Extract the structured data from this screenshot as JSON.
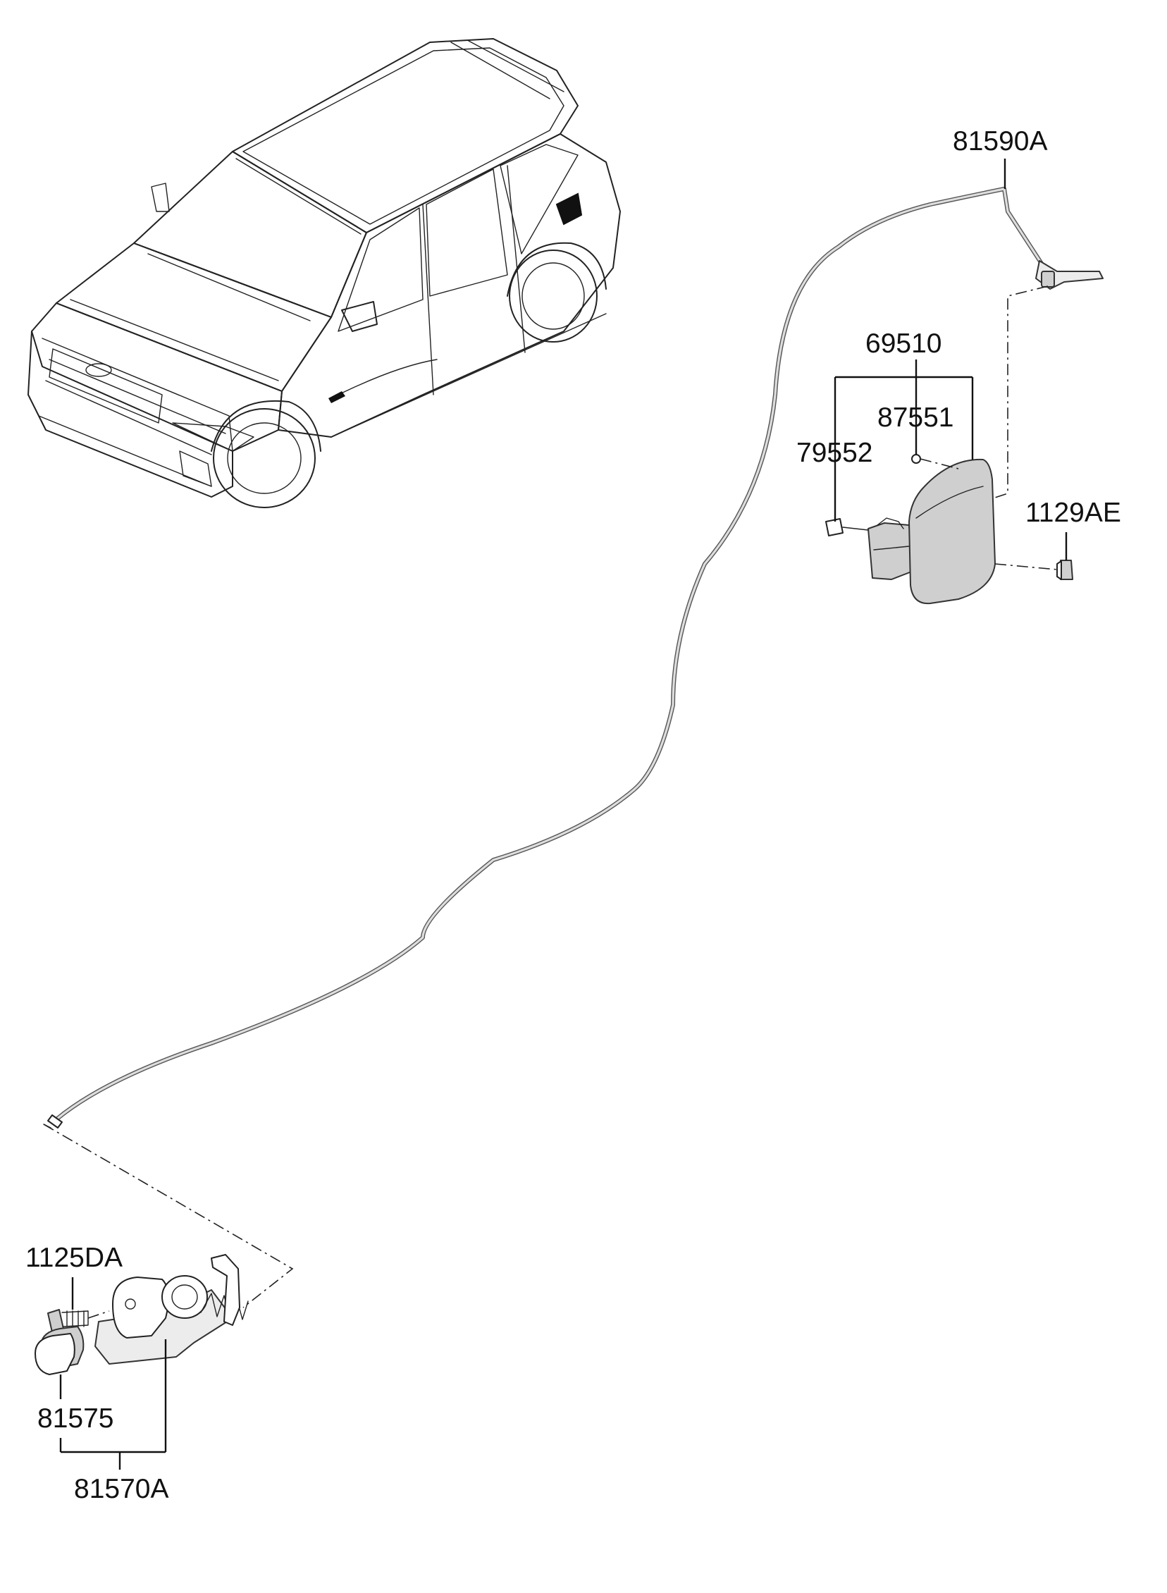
{
  "diagram": {
    "part_labels": {
      "cable": "81590A",
      "fuel_door_assembly": "69510",
      "bumper_pad": "87551",
      "hinge_bracket": "79552",
      "screw_right": "1129AE",
      "bolt_left": "1125DA",
      "cap": "81575",
      "actuator_assembly": "81570A"
    }
  }
}
